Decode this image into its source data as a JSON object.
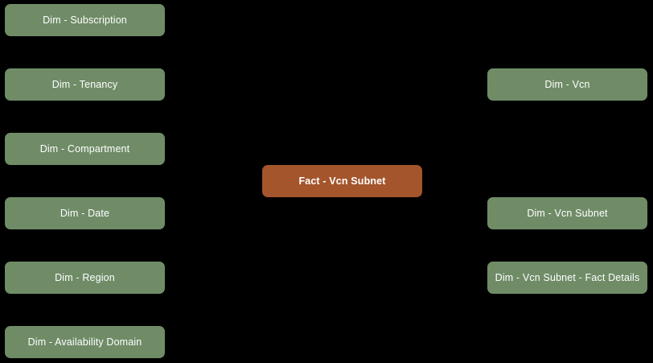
{
  "diagram": {
    "background_color": "#000000",
    "dimension_color": "#6f8c67",
    "fact_color": "#a4552c",
    "text_color": "#ffffff",
    "left_column": [
      {
        "label": "Dim - Subscription",
        "type": "dimension"
      },
      {
        "label": "Dim - Tenancy",
        "type": "dimension"
      },
      {
        "label": "Dim - Compartment",
        "type": "dimension"
      },
      {
        "label": "Dim - Date",
        "type": "dimension"
      },
      {
        "label": "Dim - Region",
        "type": "dimension"
      },
      {
        "label": "Dim - Availability Domain",
        "type": "dimension"
      }
    ],
    "center_column": [
      {
        "label": "Fact - Vcn Subnet",
        "type": "fact"
      }
    ],
    "right_column": [
      {
        "label": "Dim - Vcn",
        "type": "dimension"
      },
      {
        "label": "Dim - Vcn Subnet",
        "type": "dimension"
      },
      {
        "label": "Dim - Vcn Subnet - Fact Details",
        "type": "dimension"
      }
    ]
  }
}
